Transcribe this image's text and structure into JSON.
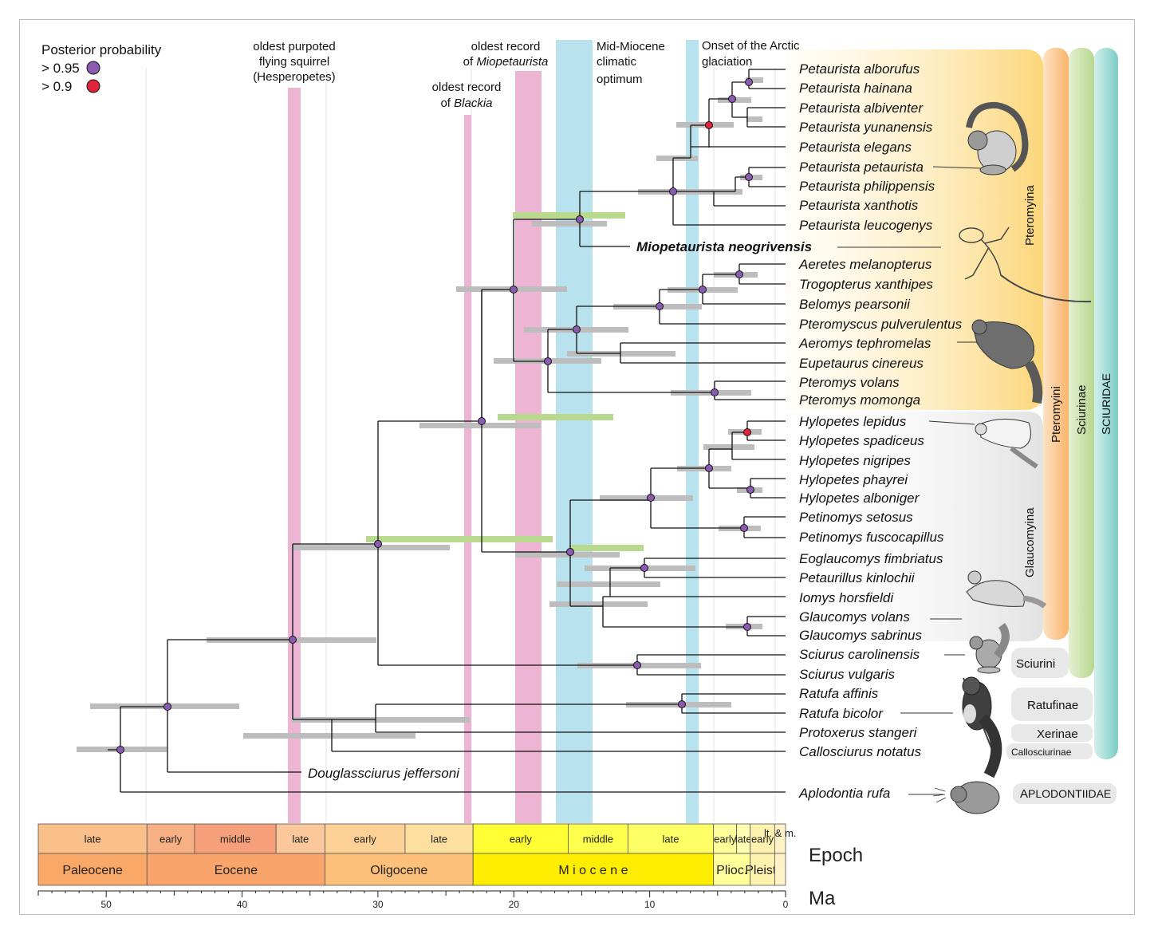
{
  "legend": {
    "title": "Posterior probability",
    "items": [
      {
        "label": "> 0.95",
        "color": "#8a5bb0"
      },
      {
        "label": "> 0.9",
        "color": "#e0243a"
      }
    ]
  },
  "annotations": {
    "hesperopetes": {
      "line1": "oldest purpoted",
      "line2": "flying squirrel",
      "line3": "(Hesperopetes)"
    },
    "blackia": {
      "line1": "oldest record",
      "line2_prefix": "of ",
      "line2_italic": "Blackia"
    },
    "miopetaurista": {
      "line1": "oldest record",
      "line2_prefix": "of ",
      "line2_italic": "Miopetaurista"
    },
    "mmco": {
      "line1": "Mid-Miocene",
      "line2": "climatic",
      "line3": "optimum"
    },
    "arctic": {
      "line1": "Onset of the Arctic",
      "line2": "glaciation"
    }
  },
  "taxa": [
    "Petaurista alborufus",
    "Petaurista hainana",
    "Petaurista albiventer",
    "Petaurista yunanensis",
    "Petaurista elegans",
    "Petaurista petaurista",
    "Petaurista philippensis",
    "Petaurista xanthotis",
    "Petaurista leucogenys",
    "Miopetaurista neogrivensis",
    "Aeretes melanopterus",
    "Trogopterus xanthipes",
    "Belomys pearsonii",
    "Pteromyscus pulverulentus",
    "Aeromys tephromelas",
    "Eupetaurus cinereus",
    "Pteromys volans",
    "Pteromys momonga",
    "Hylopetes lepidus",
    "Hylopetes spadiceus",
    "Hylopetes nigripes",
    "Hylopetes phayrei",
    "Hylopetes alboniger",
    "Petinomys setosus",
    "Petinomys fuscocapillus",
    "Eoglaucomys fimbriatus",
    "Petaurillus kinlochii",
    "Iomys horsfieldi",
    "Glaucomys volans",
    "Glaucomys sabrinus",
    "Sciurus carolinensis",
    "Sciurus vulgaris",
    "Ratufa affinis",
    "Ratufa bicolor",
    "Protoxerus stangeri",
    "Callosciurus notatus",
    "Douglassciurus jeffersoni",
    "Aplodontia rufa"
  ],
  "clades": {
    "pteromyina": "Pteromyina",
    "glaucomyina": "Glaucomyina",
    "pteromyini": "Pteromyini",
    "sciurinae": "Sciurinae",
    "sciuridae_first": "S",
    "sciuridae_rest": "CIURIDAE",
    "sciurini": "Sciurini",
    "ratufinae": "Ratufinae",
    "xerinae": "Xerinae",
    "callosciurinae": "Callosciurinae",
    "aplodontiidae_first": "A",
    "aplodontiidae_rest": "PLODONTIIDAE"
  },
  "timescale": {
    "epoch_label": "Epoch",
    "ma_label": "Ma",
    "ticks": [
      50,
      40,
      30,
      20,
      10,
      0
    ],
    "axis_range_ma": [
      55,
      0
    ],
    "subepochs": [
      {
        "label": "late",
        "start": 55,
        "end": 47.0,
        "color": "#f9c08a"
      },
      {
        "label": "early",
        "start": 47.0,
        "end": 43.5,
        "color": "#f6b083"
      },
      {
        "label": "middle",
        "start": 43.5,
        "end": 37.5,
        "color": "#f5a07a"
      },
      {
        "label": "late",
        "start": 37.5,
        "end": 33.9,
        "color": "#fbc89c"
      },
      {
        "label": "early",
        "start": 33.9,
        "end": 28.0,
        "color": "#fdd095"
      },
      {
        "label": "late",
        "start": 28.0,
        "end": 23.0,
        "color": "#fde0a0"
      },
      {
        "label": "early",
        "start": 23.0,
        "end": 16.0,
        "color": "#ffff33"
      },
      {
        "label": "middle",
        "start": 16.0,
        "end": 11.6,
        "color": "#ffff4d"
      },
      {
        "label": "late",
        "start": 11.6,
        "end": 5.3,
        "color": "#ffff66"
      },
      {
        "label": "early",
        "start": 5.3,
        "end": 3.6,
        "color": "#ffff99"
      },
      {
        "label": "late",
        "start": 3.6,
        "end": 2.6,
        "color": "#ffffb3"
      },
      {
        "label": "early",
        "start": 2.6,
        "end": 0.8,
        "color": "#fff2ae"
      },
      {
        "label": "lt. & m.",
        "start": 0.8,
        "end": 0,
        "color": "#fff2c7"
      }
    ],
    "periods": [
      {
        "label": "Paleocene",
        "start": 55,
        "end": 47.0,
        "color": "#f9a868"
      },
      {
        "label": "Eocene",
        "start": 47.0,
        "end": 33.9,
        "color": "#f8a46a"
      },
      {
        "label": "Oligocene",
        "start": 33.9,
        "end": 23.0,
        "color": "#fdc07a"
      },
      {
        "label": "M i o c e n e",
        "start": 23.0,
        "end": 5.3,
        "color": "#ffed00"
      },
      {
        "label": "Plioc.",
        "start": 5.3,
        "end": 2.6,
        "color": "#ffff99"
      },
      {
        "label": "Pleist.",
        "start": 2.6,
        "end": 0.8,
        "color": "#fff2ae"
      },
      {
        "label": "",
        "start": 0.8,
        "end": 0,
        "color": "#fff2c7"
      }
    ]
  },
  "colors": {
    "pink_bar": "#eeb4d3",
    "blue_bar": "#b8e2ee",
    "gray_bar": "#bdbdbd",
    "green_bar": "#b8d98e",
    "pteromyina_fill": "#fbd87a",
    "glaucomyina_fill": "#e6e6e6",
    "pteromyini_fill": "#fbc27a",
    "sciurinae_fill": "#c8e0a5",
    "sciuridae_fill": "#9ed8d3",
    "node_purple": "#8a5bb0",
    "node_red": "#e0243a"
  }
}
